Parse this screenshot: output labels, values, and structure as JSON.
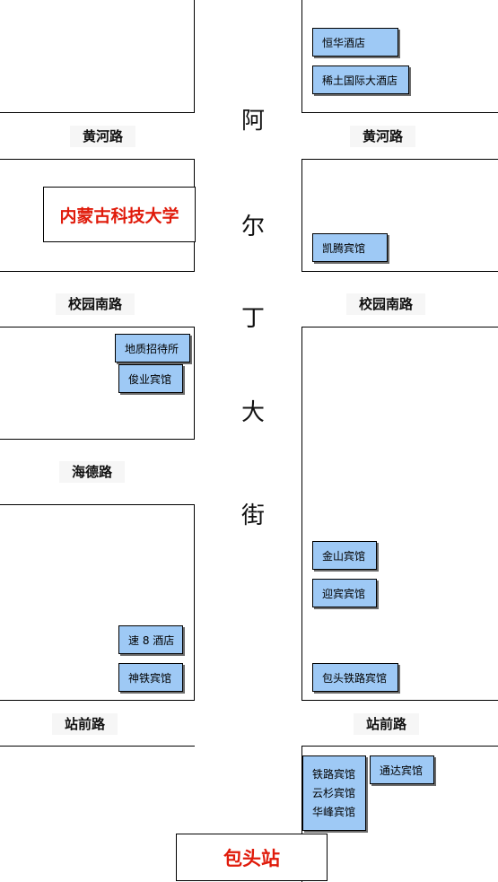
{
  "main_street": {
    "chars": [
      "阿",
      "尔",
      "丁",
      "大",
      "街"
    ]
  },
  "roads": {
    "huanghe_left": "黄河路",
    "huanghe_right": "黄河路",
    "xiaoyuan_left": "校园南路",
    "xiaoyuan_right": "校园南路",
    "haide": "海德路",
    "zhanqian_left": "站前路",
    "zhanqian_right": "站前路"
  },
  "landmarks": {
    "university": "内蒙古科技大学",
    "station": "包头站"
  },
  "hotels": {
    "henghua": "恒华酒店",
    "xitu": "稀土国际大酒店",
    "kaiteng": "凯腾宾馆",
    "dizhi": "地质招待所",
    "junye": "俊业宾馆",
    "jinshan": "金山宾馆",
    "yingbin": "迎宾宾馆",
    "su8": "速 8 酒店",
    "shentie": "神铁宾馆",
    "baotou_tielu": "包头铁路宾馆",
    "tielu": "铁路宾馆",
    "yunshan": "云杉宾馆",
    "huafeng": "华峰宾馆",
    "tongda": "通达宾馆"
  },
  "colors": {
    "hotel_fill": "#9ec9f5",
    "landmark_text": "#e01b0b"
  }
}
